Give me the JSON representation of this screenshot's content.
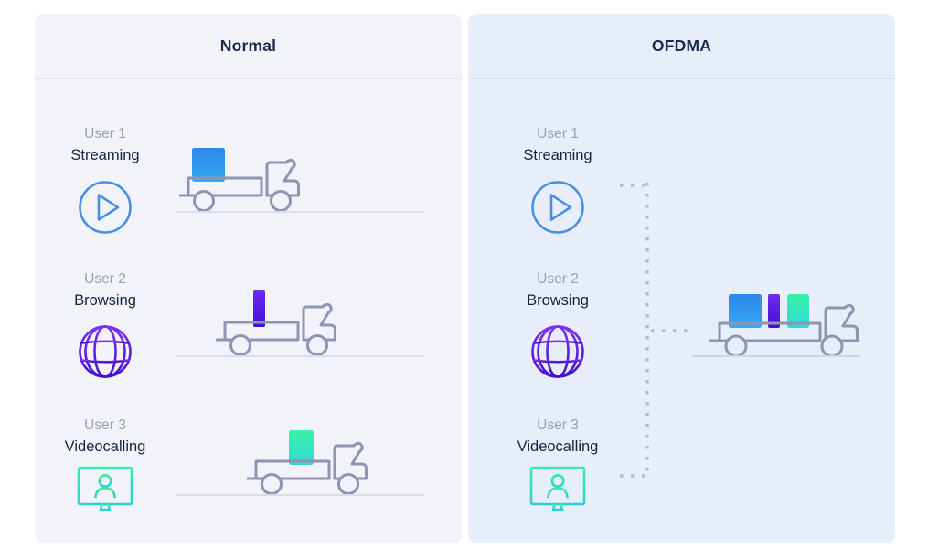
{
  "panels": [
    {
      "title": "Normal",
      "users": [
        {
          "name": "User 1",
          "activity": "Streaming",
          "icon": "play-icon"
        },
        {
          "name": "User 2",
          "activity": "Browsing",
          "icon": "globe-icon"
        },
        {
          "name": "User 3",
          "activity": "Videocalling",
          "icon": "monitor-icon"
        }
      ],
      "trucks": [
        {
          "cargo": [
            "streaming"
          ]
        },
        {
          "cargo": [
            "browsing"
          ]
        },
        {
          "cargo": [
            "videocalling"
          ]
        }
      ]
    },
    {
      "title": "OFDMA",
      "users": [
        {
          "name": "User 1",
          "activity": "Streaming",
          "icon": "play-icon"
        },
        {
          "name": "User 2",
          "activity": "Browsing",
          "icon": "globe-icon"
        },
        {
          "name": "User 3",
          "activity": "Videocalling",
          "icon": "monitor-icon"
        }
      ],
      "trucks": [
        {
          "cargo": [
            "streaming",
            "browsing",
            "videocalling"
          ]
        }
      ]
    }
  ],
  "packets": {
    "streaming": {
      "color_top": "#2e86ea",
      "color_bottom": "#35a9f3"
    },
    "browsing": {
      "color_top": "#6e2bf0",
      "color_bottom": "#4410d6"
    },
    "videocalling": {
      "color_top": "#3bf2a3",
      "color_bottom": "#30d8d5"
    }
  },
  "colors": {
    "accent_play": "#4a90e2",
    "accent_globe_top": "#7d30f2",
    "accent_globe_bottom": "#4312d2",
    "accent_monitor_top": "#38eda2",
    "accent_monitor_bottom": "#2bd0d6",
    "truck_outline": "#8f94b0",
    "dotted_line": "#b5bcd2",
    "title_text": "#1c2a4e",
    "user_name_text": "#99a1ae",
    "activity_text": "#16233e",
    "road_normal": "#dadce9",
    "road_ofdma": "#cbd4e8",
    "panel_normal_bg": "#f2f3f8",
    "panel_ofdma_bg": "#e7edf9"
  }
}
